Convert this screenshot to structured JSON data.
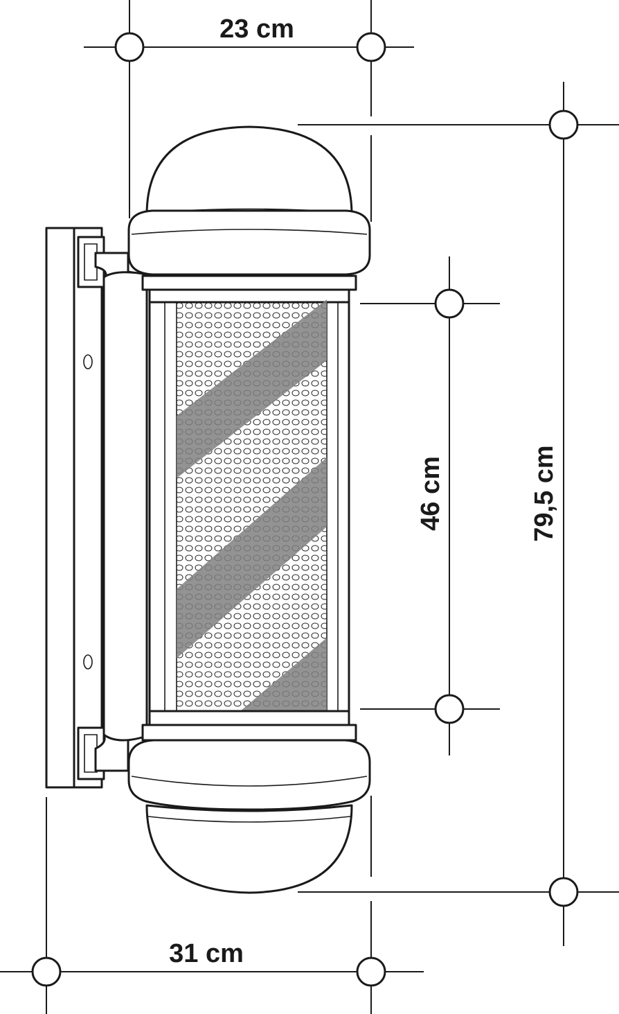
{
  "dimensions": {
    "top_width": "23 cm",
    "bottom_width": "31 cm",
    "stripe_height": "46 cm",
    "total_height": "79,5 cm"
  },
  "colors": {
    "line": "#1a1a1a",
    "stripe": "#808080",
    "background": "#ffffff"
  }
}
